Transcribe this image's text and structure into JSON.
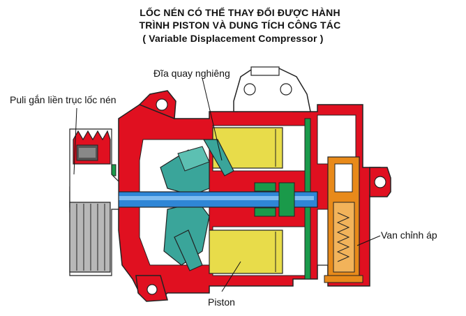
{
  "title": {
    "line1": "LỐC NÉN CÓ THỂ THAY ĐỔI ĐƯỢC HÀNH",
    "line2": "TRÌNH PISTON VÀ  DUNG TÍCH CÔNG TÁC",
    "line3": "( Variable Displacement Compressor )"
  },
  "labels": {
    "pulley": "Puli gắn liền trục lốc nén",
    "swash_plate": "Đĩa quay nghiêng",
    "control_valve": "Van chỉnh áp",
    "piston": "Piston"
  },
  "colors": {
    "housing_red": "#e01020",
    "piston_yellow": "#e8dc4a",
    "shaft_blue": "#2f86d6",
    "swash_teal": "#3aa59a",
    "valve_orange": "#e88a1a",
    "seal_green": "#1a9a4a",
    "pulley_gray": "#b8b8b8"
  }
}
